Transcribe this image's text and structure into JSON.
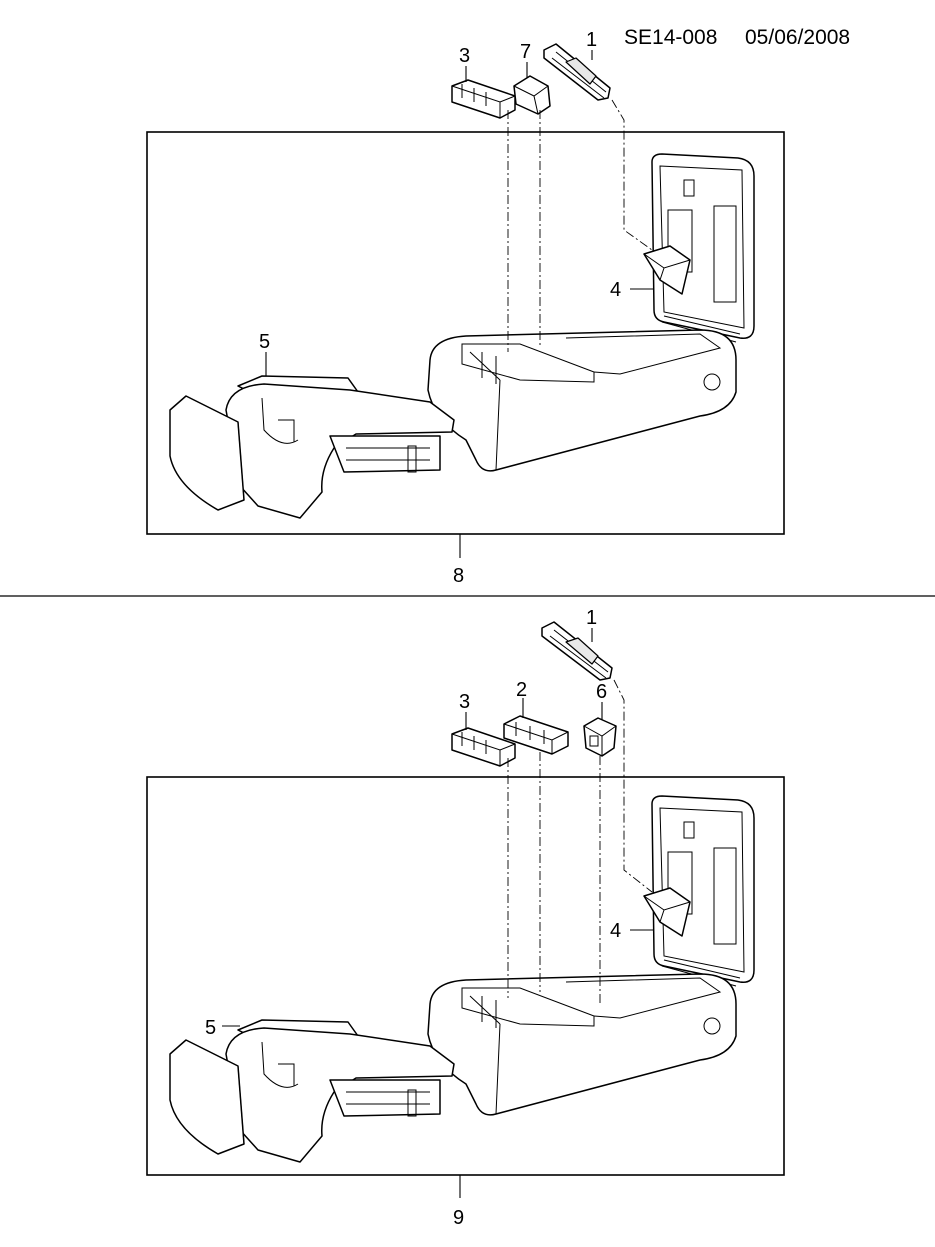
{
  "header": {
    "code": "SE14-008",
    "date": "05/06/2008"
  },
  "top_view": {
    "labels": [
      "1",
      "3",
      "7",
      "4",
      "5"
    ],
    "assembly_label": "8"
  },
  "bottom_view": {
    "labels": [
      "1",
      "2",
      "3",
      "6",
      "4",
      "5"
    ],
    "assembly_label": "9"
  }
}
